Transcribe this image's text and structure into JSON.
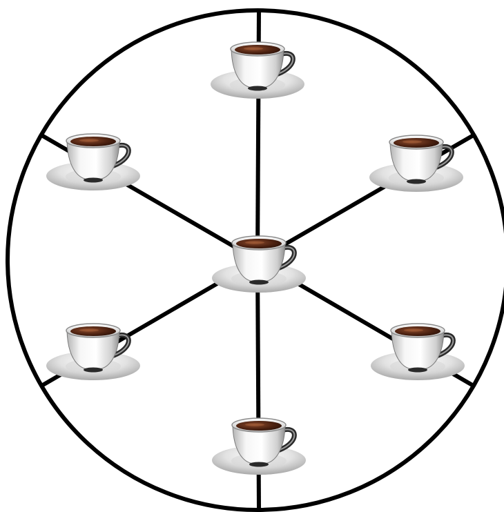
{
  "diagram": {
    "colors": {
      "background": "#ffffff",
      "stroke": "#000000",
      "saucer_light": "#f4f4f4",
      "saucer_dark": "#a9a9a9",
      "cup_light": "#ffffff",
      "cup_dark": "#9c9c9c",
      "coffee_light": "#8a4a2c",
      "coffee_dark": "#2b1108",
      "handle": "#2a2a2a"
    },
    "cups": [
      {
        "id": "center",
        "icon": "coffee-cup-icon"
      },
      {
        "id": "top",
        "icon": "coffee-cup-icon"
      },
      {
        "id": "upper-right",
        "icon": "coffee-cup-icon"
      },
      {
        "id": "lower-right",
        "icon": "coffee-cup-icon"
      },
      {
        "id": "bottom",
        "icon": "coffee-cup-icon"
      },
      {
        "id": "lower-left",
        "icon": "coffee-cup-icon"
      },
      {
        "id": "upper-left",
        "icon": "coffee-cup-icon"
      }
    ]
  }
}
